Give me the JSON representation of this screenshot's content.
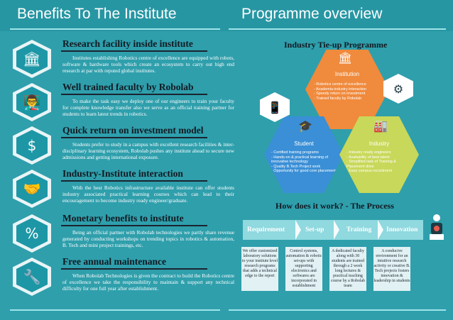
{
  "left_header": "Benefits To The Institute",
  "right_header": "Programme overview",
  "benefits": [
    {
      "icon": "institution-building-icon",
      "glyph": "🏛",
      "title": "Research facility inside institute",
      "text": "Institutes establishing Robotics centre of excellence are equipped with robots, software & hardware tools which create an ecosystem to carry out high end research at par with reputed global institutes."
    },
    {
      "icon": "speaker-podium-icon",
      "glyph": "👨‍🏫",
      "title": "Well trained faculty by Robolab",
      "text": "To make the task easy we deploy one of our engineers to train your faculty for complete knowledge transfer also we serve as an official training partner for students to learn latest trends in robotics."
    },
    {
      "icon": "money-cycle-icon",
      "glyph": "$",
      "title": "Quick return on investment model",
      "text": "Students prefer to study in a campus with excellent research facilities & inter-disciplinary learning ecosystem, Robolab pushes any institute ahead to secure new admissions and getting international exposure."
    },
    {
      "icon": "handshake-icon",
      "glyph": "🤝",
      "title": "Industry-Institute interaction",
      "text": "With the best Robotics infrastructure available institute can offer students industry associated practical learning courses which can lead to their encouragement to become industry ready engineer/graduate."
    },
    {
      "icon": "percent-icon",
      "glyph": "%",
      "title": "Monetary benefits to institute",
      "text": "Being an official partner with Robolab technologies we partly share revenue generated by conducting workshops on trending topics in robotics & automation, B. Tech  and mini project trainings, etc."
    },
    {
      "icon": "tools-icon",
      "glyph": "🔧",
      "title": "Free annual maintenance",
      "text": "When Robolab Technologies is given the contract to build the Robotics centre of excellence we take the responsibility to maintain & support any technical difficulty for one full year after establishment."
    }
  ],
  "industry_tieup": {
    "title": "Industry Tie-up Programme",
    "institution": {
      "label": "Institution",
      "color": "#f08a3c",
      "items": [
        "Robotics centre of excellence",
        "Academia-industry interaction",
        "Speedy return on investment",
        "Trained faculty by Robolab"
      ]
    },
    "student": {
      "label": "Student",
      "color": "#3a8fd6",
      "items": [
        "Certified training programs",
        "Hands-on & practical learning of innovative technology",
        "Quality B.Tech Project work",
        "Opportunity for good core placement"
      ]
    },
    "industry": {
      "label": "Industry",
      "color": "#c8d85a",
      "items": [
        "Industry ready engineers",
        "Availability of best talent",
        "Simplified task of Training & Placement drive",
        "Easy campus recruitment"
      ]
    }
  },
  "process": {
    "title": "How does it work? - The Process",
    "stages": [
      "Requirement",
      "Set-up",
      "Training",
      "Innovation"
    ],
    "descriptions": [
      "We offer customized laboratory solutions to your institute level research programs that adds a technical edge to the report",
      "Control systems, automation & robotic set-ups with supporting electronics and softwares are incorporated in establishment",
      "A dedicated faculty along with 30 students are trained through a 2 week long lectures & practical teaching course by a Robolab team",
      "A conducive environment for an intuitive research activity or creative B. Tech projects fosters innovation & leadership in students"
    ]
  }
}
